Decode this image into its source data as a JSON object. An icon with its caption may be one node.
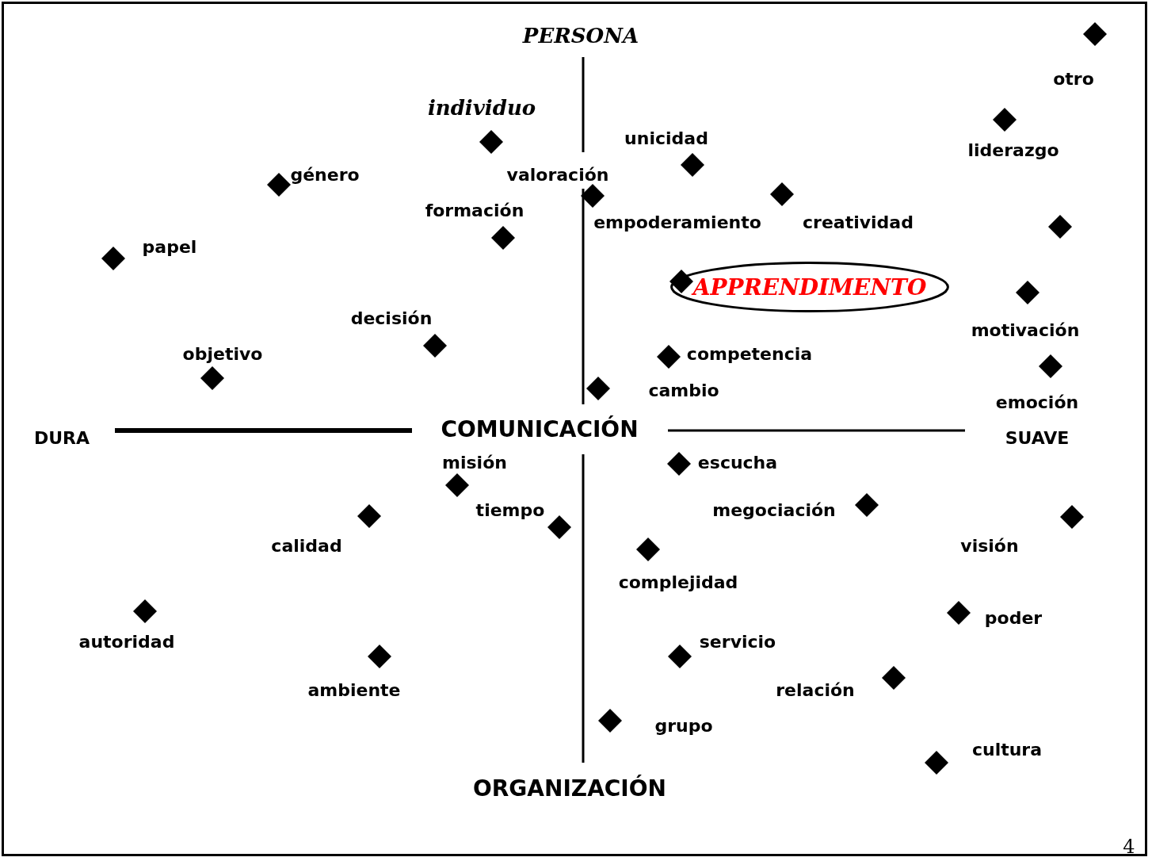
{
  "diagram": {
    "nodes": [
      {
        "text": [
          "APPRENDIMENTO"
        ]
      }
    ],
    "labels": [
      "PERSONA",
      "otro",
      "individuo",
      "unicidad",
      "liderazgo",
      "género",
      "valoración",
      "formación",
      "empoderamiento",
      "creatividad",
      "papel",
      "decisión",
      "motivación",
      "objetivo",
      "competencia",
      "cambio",
      "emoción",
      "DURA",
      "COMUNICACIÓN",
      "SUAVE",
      "misión",
      "escucha",
      "tiempo",
      "megociación",
      "calidad",
      "visión",
      "complejidad",
      "poder",
      "autoridad",
      "servicio",
      "ambiente",
      "relación",
      "grupo",
      "cultura",
      "ORGANIZACIÓN",
      "4"
    ]
  }
}
